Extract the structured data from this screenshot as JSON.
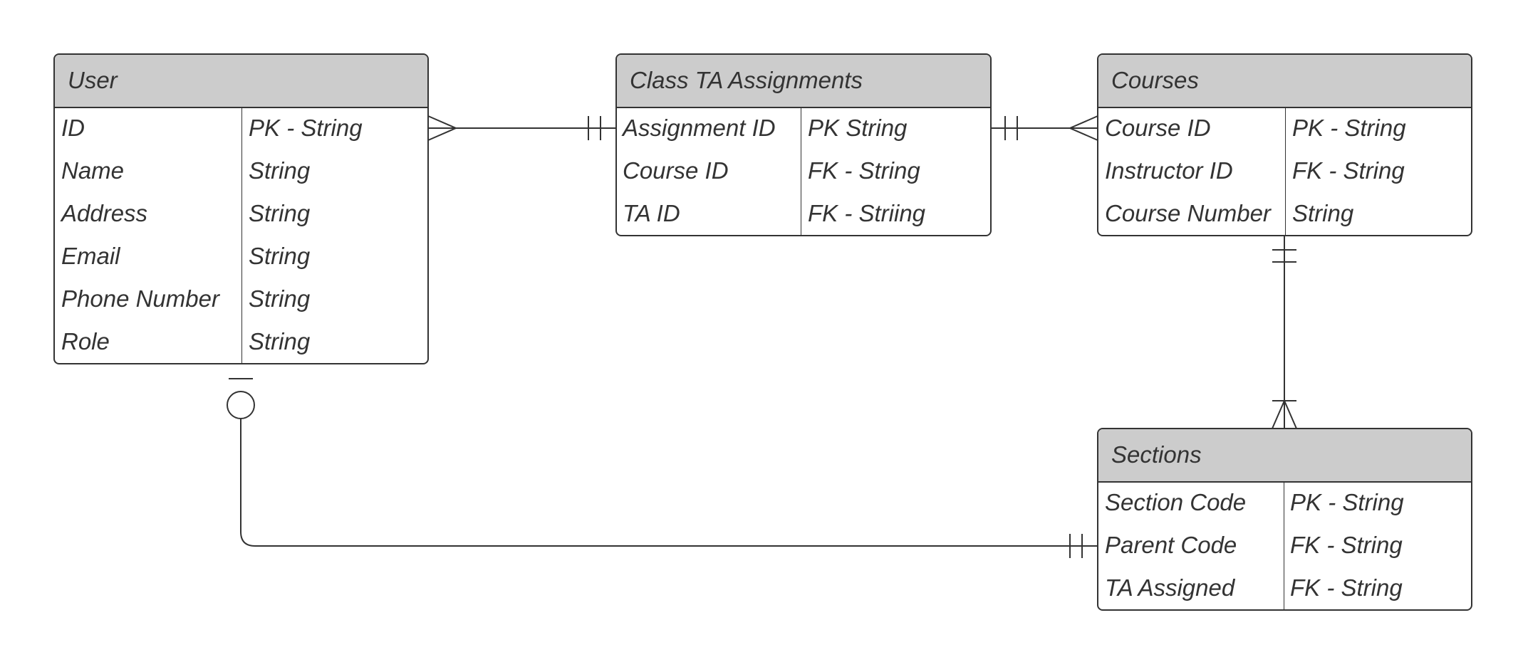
{
  "entities": {
    "user": {
      "title": "User",
      "rows": [
        {
          "name": "ID",
          "type": "PK - String"
        },
        {
          "name": "Name",
          "type": "String"
        },
        {
          "name": "Address",
          "type": "String"
        },
        {
          "name": "Email",
          "type": "String"
        },
        {
          "name": "Phone Number",
          "type": "String"
        },
        {
          "name": "Role",
          "type": "String"
        }
      ]
    },
    "class_ta_assignments": {
      "title": "Class TA Assignments",
      "rows": [
        {
          "name": "Assignment ID",
          "type": "PK String"
        },
        {
          "name": "Course ID",
          "type": "FK - String"
        },
        {
          "name": "TA ID",
          "type": "FK - Striing"
        }
      ]
    },
    "courses": {
      "title": "Courses",
      "rows": [
        {
          "name": "Course ID",
          "type": "PK - String"
        },
        {
          "name": "Instructor ID",
          "type": "FK - String"
        },
        {
          "name": "Course Number",
          "type": "String"
        }
      ]
    },
    "sections": {
      "title": "Sections",
      "rows": [
        {
          "name": "Section Code",
          "type": "PK - String"
        },
        {
          "name": "Parent Code",
          "type": "FK - String"
        },
        {
          "name": "TA Assigned",
          "type": "FK - String"
        }
      ]
    }
  },
  "relationships": [
    {
      "from": "User",
      "from_cardinality": "many",
      "to": "Class TA Assignments",
      "to_cardinality": "exactly-one"
    },
    {
      "from": "Class TA Assignments",
      "from_cardinality": "exactly-one",
      "to": "Courses",
      "to_cardinality": "many"
    },
    {
      "from": "Courses",
      "from_cardinality": "exactly-one",
      "to": "Sections",
      "to_cardinality": "one-or-many"
    },
    {
      "from": "User",
      "from_cardinality": "zero-or-one",
      "to": "Sections",
      "to_cardinality": "exactly-one"
    }
  ],
  "colors": {
    "header_fill": "#cccccc",
    "stroke": "#333333",
    "text": "#333333",
    "background": "#ffffff"
  }
}
